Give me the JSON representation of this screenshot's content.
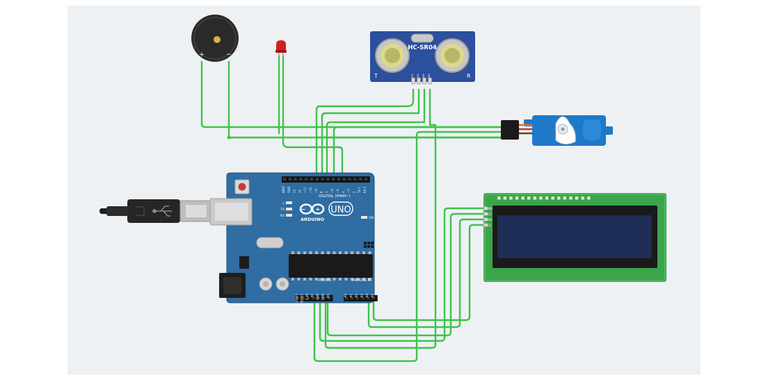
{
  "colors": {
    "canvas_bg": "#eef1f4",
    "wire": "#3fc24a",
    "arduino_board": "#2f6da3",
    "arduino_edge": "#1f4e7a",
    "lcd_board": "#3aa54a",
    "lcd_screen": "#1e2d55",
    "sensor_board": "#2c4f9e",
    "servo_body": "#1f78c8",
    "led": "#d11f1f",
    "buzzer": "#2a2a2a",
    "usb_plug": "#2b2b2b"
  },
  "buzzer": {
    "pin_plus": "+",
    "pin_minus": "−"
  },
  "sensor": {
    "model": "HC-SR04",
    "left_mark": "T",
    "right_mark": "R",
    "pins": [
      "VCC",
      "TRIG",
      "ECHO",
      "GND"
    ]
  },
  "lcd": {
    "pins": [
      "GND",
      "VCC",
      "SDA",
      "SCL"
    ]
  },
  "arduino": {
    "brand": "ARDUINO",
    "model": "UNO",
    "digital_label": "DIGITAL (PWM~)",
    "power_label": "POWER",
    "analog_label": "ANALOG IN",
    "led_labels": [
      "L",
      "TX",
      "RX"
    ],
    "on_label": "ON",
    "digital_pins": [
      "AREF",
      "GND",
      "13",
      "12",
      "~11",
      "~10",
      "~9",
      "8",
      "7",
      "~6",
      "~5",
      "4",
      "~3",
      "2",
      "TX 1",
      "RX 0"
    ],
    "power_pins": [
      "IOREF",
      "RESET",
      "3.3V",
      "5V",
      "GND",
      "GND",
      "Vin"
    ],
    "analog_pins": [
      "A0",
      "A1",
      "A2",
      "A3",
      "A4",
      "A5"
    ]
  }
}
